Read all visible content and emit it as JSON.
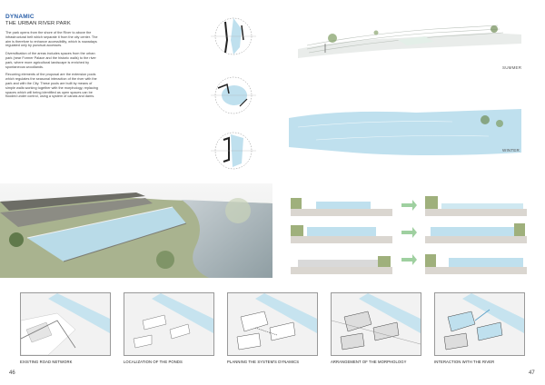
{
  "header": {
    "title": "DYNAMIC",
    "subtitle": "THE URBAN RIVER PARK"
  },
  "paragraphs": [
    "The park opens from the shore of the River to above the infrastructural belt which separate it from the city center. The aim is therefore to enhance accessibility, which is nowadays regulated only by punctual accesses.",
    "Diversification of the areas includes spaces from the urban park (near Former Palace and the historic walls) to the river park, where more agricultural landscape is enriched by spontaneous woodlands.",
    "Recurring elements of the proposal are the extension pools which regulates the seasonal interaction of the river with the park and with the City. These pools are built by means of simple walls working together with the morphology, replacing spaces which will being identified as open spaces can be flooded under control, using a system of canals and dams."
  ],
  "seasons": {
    "summer": "SUMMER",
    "winter": "WINTER"
  },
  "diagram_captions": [
    "EXISTING ROAD NETWORK",
    "LOCALIZATION OF THE PONDS",
    "PLANNING THE SYSTEM'S DYNAMICS",
    "ARRANGEMENT OF THE MORPHOLOGY",
    "INTERACTION WITH THE RIVER"
  ],
  "pages": {
    "left": "46",
    "right": "47"
  },
  "colors": {
    "accent": "#2a5fa8",
    "water": "#bfe0ee",
    "water_deep": "#9fd0e6",
    "grass": "#9fb07c",
    "panel_bg": "#f2f2f2"
  }
}
